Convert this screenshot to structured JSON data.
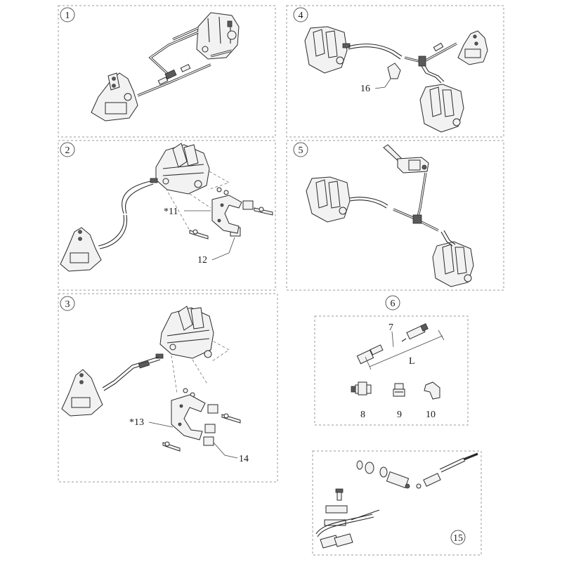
{
  "panels": [
    {
      "id": "1",
      "label": "1"
    },
    {
      "id": "2",
      "label": "2"
    },
    {
      "id": "3",
      "label": "3"
    },
    {
      "id": "4",
      "label": "4"
    },
    {
      "id": "5",
      "label": "5"
    },
    {
      "id": "6",
      "label": "6"
    }
  ],
  "callouts": {
    "c7": "7",
    "c8": "8",
    "c9": "9",
    "c10": "10",
    "c11": "*11",
    "c12": "12",
    "c13": "*13",
    "c14": "14",
    "c15": "15",
    "c16": "16",
    "dimL": "L"
  }
}
